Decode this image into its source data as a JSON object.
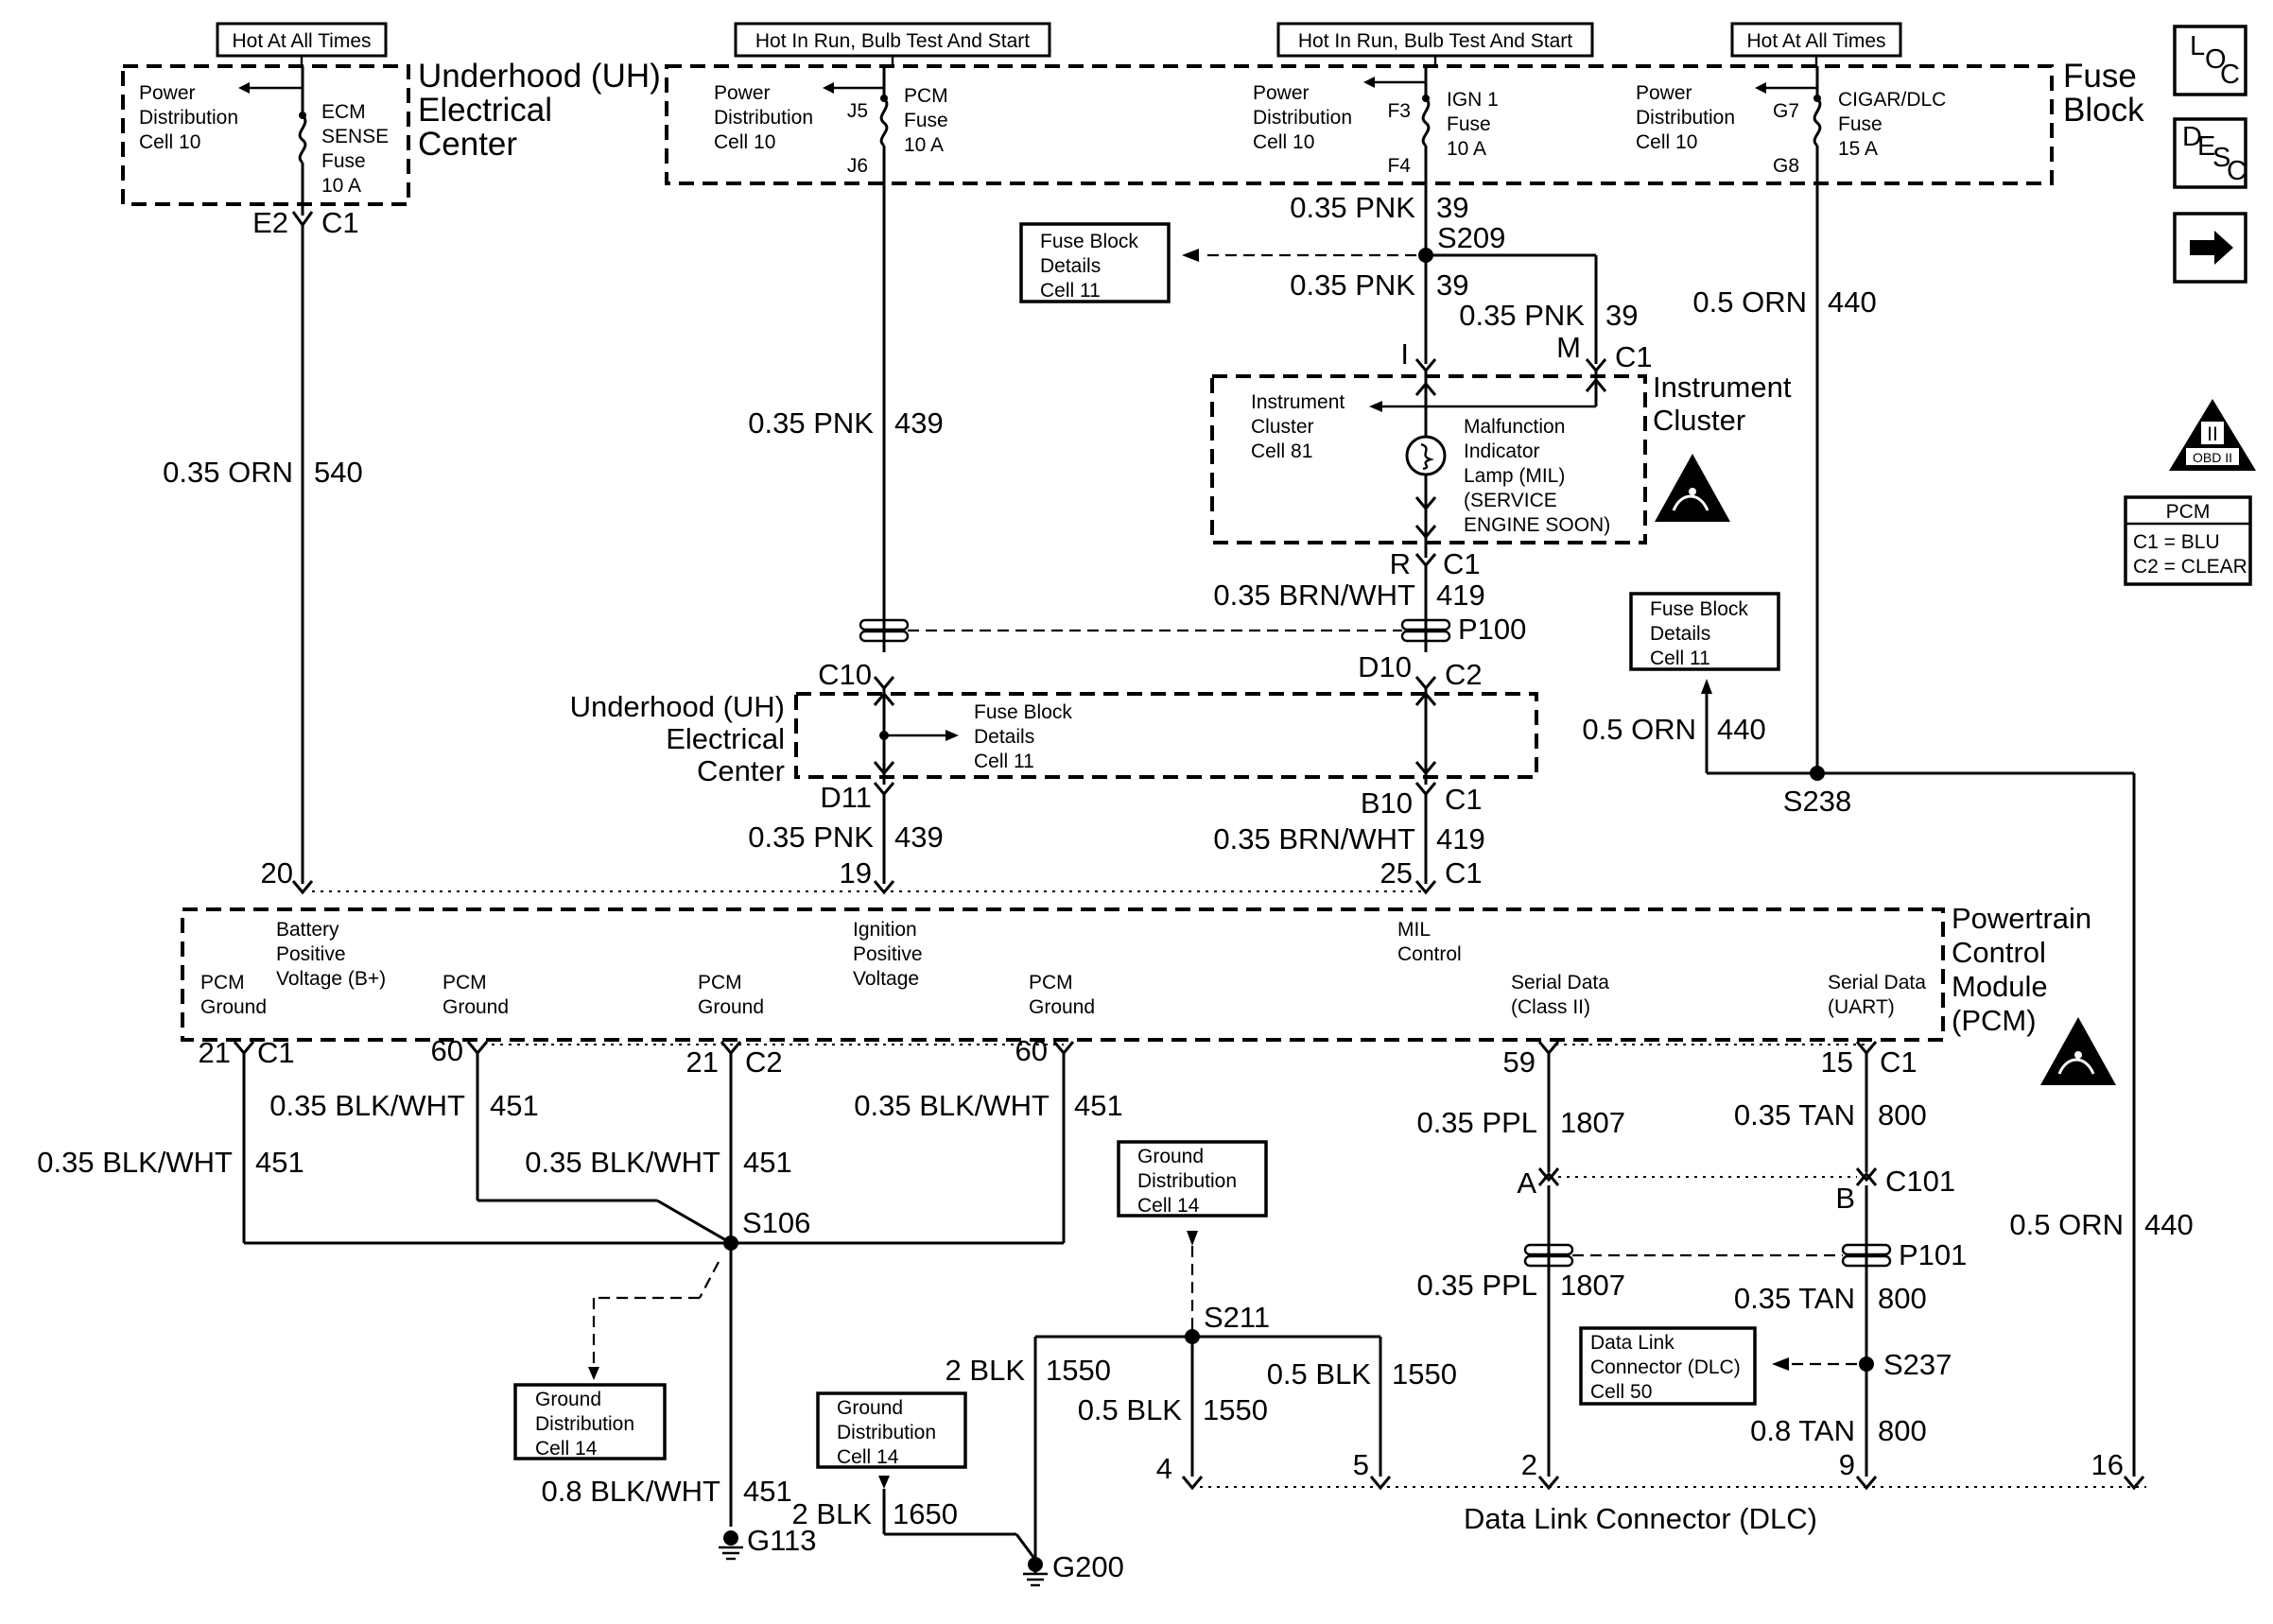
{
  "headers": {
    "hot_all_times_left": "Hot At All Times",
    "hot_run_1": "Hot In Run, Bulb Test And Start",
    "hot_run_2": "Hot In Run, Bulb Test And Start",
    "hot_all_times_right": "Hot At All Times"
  },
  "uh_top": {
    "title_1": "Underhood (UH)",
    "title_2": "Electrical",
    "title_3": "Center",
    "pd_1": "Power",
    "pd_2": "Distribution",
    "pd_3": "Cell 10",
    "fuse_1": "ECM",
    "fuse_2": "SENSE",
    "fuse_3": "Fuse",
    "fuse_4": "10 A",
    "pin": "E2",
    "conn": "C1"
  },
  "fuse_block": {
    "title_1": "Fuse",
    "title_2": "Block",
    "pd_label_1": "Power",
    "pd_label_2": "Distribution",
    "pd_label_3": "Cell 10",
    "pcm_fuse_1": "PCM",
    "pcm_fuse_2": "Fuse",
    "pcm_fuse_3": "10 A",
    "pcm_in": "J5",
    "pcm_out": "J6",
    "ign_fuse_1": "IGN 1",
    "ign_fuse_2": "Fuse",
    "ign_fuse_3": "10 A",
    "ign_in": "F3",
    "ign_out": "F4",
    "cig_fuse_1": "CIGAR/DLC",
    "cig_fuse_2": "Fuse",
    "cig_fuse_3": "15 A",
    "cig_in": "G7",
    "cig_out": "G8"
  },
  "wires": {
    "w540_g": "0.35 ORN",
    "w540_c": "540",
    "w439_g": "0.35 PNK",
    "w439_c": "439",
    "w39a_g": "0.35 PNK",
    "w39a_c": "39",
    "w39b_g": "0.35 PNK",
    "w39b_c": "39",
    "w39c_g": "0.35 PNK",
    "w39c_c": "39",
    "w440a_g": "0.5 ORN",
    "w440a_c": "440",
    "w419a_g": "0.35 BRN/WHT",
    "w419a_c": "419",
    "w439b_g": "0.35 PNK",
    "w439b_c": "439",
    "w419b_g": "0.35 BRN/WHT",
    "w419b_c": "419",
    "w440b_g": "0.5 ORN",
    "w440b_c": "440",
    "w440c_g": "0.5 ORN",
    "w440c_c": "440",
    "w451a_g": "0.35 BLK/WHT",
    "w451a_c": "451",
    "w451b_g": "0.35 BLK/WHT",
    "w451b_c": "451",
    "w451c_g": "0.35 BLK/WHT",
    "w451c_c": "451",
    "w451d_g": "0.35 BLK/WHT",
    "w451d_c": "451",
    "w451e_g": "0.8 BLK/WHT",
    "w451e_c": "451",
    "w1807a_g": "0.35 PPL",
    "w1807a_c": "1807",
    "w1807b_g": "0.35 PPL",
    "w1807b_c": "1807",
    "w800a_g": "0.35 TAN",
    "w800a_c": "800",
    "w800b_g": "0.35 TAN",
    "w800b_c": "800",
    "w800c_g": "0.8 TAN",
    "w800c_c": "800",
    "w1550a_g": "2 BLK",
    "w1550a_c": "1550",
    "w1550b_g": "0.5 BLK",
    "w1550b_c": "1550",
    "w1550c_g": "0.5 BLK",
    "w1550c_c": "1550",
    "w1650_g": "2 BLK",
    "w1650_c": "1650"
  },
  "splices": {
    "s209": "S209",
    "s238": "S238",
    "s106": "S106",
    "s211": "S211",
    "s237": "S237"
  },
  "cluster": {
    "title_1": "Instrument",
    "title_2": "Cluster",
    "ref_1": "Instrument",
    "ref_2": "Cluster",
    "ref_3": "Cell 81",
    "lamp_1": "Malfunction",
    "lamp_2": "Indicator",
    "lamp_3": "Lamp (MIL)",
    "lamp_4": "(SERVICE",
    "lamp_5": "ENGINE SOON)",
    "pin_i": "I",
    "pin_m": "M",
    "pin_r": "R",
    "conn_top": "C1",
    "conn_bottom": "C1"
  },
  "refs": {
    "fb_1_l1": "Fuse Block",
    "fb_1_l2": "Details",
    "fb_1_l3": "Cell 11",
    "fb_2_l1": "Fuse Block",
    "fb_2_l2": "Details",
    "fb_2_l3": "Cell 11",
    "gd_1_l1": "Ground",
    "gd_1_l2": "Distribution",
    "gd_1_l3": "Cell 14",
    "gd_2_l1": "Ground",
    "gd_2_l2": "Distribution",
    "gd_2_l3": "Cell 14",
    "gd_3_l1": "Ground",
    "gd_3_l2": "Distribution",
    "gd_3_l3": "Cell 14",
    "dlc_l1": "Data Link",
    "dlc_l2": "Connector (DLC)",
    "dlc_l3": "Cell 50"
  },
  "inline": {
    "p100": "P100",
    "p101": "P101",
    "c101": "C101",
    "pin_a": "A",
    "pin_b": "B"
  },
  "uh_mid": {
    "title_1": "Underhood (UH)",
    "title_2": "Electrical",
    "title_3": "Center",
    "ref_1": "Fuse Block",
    "ref_2": "Details",
    "ref_3": "Cell 11",
    "c10": "C10",
    "d10": "D10",
    "c2": "C2",
    "d11": "D11",
    "b10": "B10",
    "c1": "C1"
  },
  "pcm": {
    "title_1": "Powertrain",
    "title_2": "Control",
    "title_3": "Module",
    "title_4": "(PCM)",
    "batt_1": "Battery",
    "batt_2": "Positive",
    "batt_3": "Voltage (B+)",
    "ign_1": "Ignition",
    "ign_2": "Positive",
    "ign_3": "Voltage",
    "mil_1": "MIL",
    "mil_2": "Control",
    "gnd_1a": "PCM",
    "gnd_1b": "Ground",
    "gnd_2a": "PCM",
    "gnd_2b": "Ground",
    "gnd_3a": "PCM",
    "gnd_3b": "Ground",
    "gnd_4a": "PCM",
    "gnd_4b": "Ground",
    "sd2_1": "Serial Data",
    "sd2_2": "(Class II)",
    "sdu_1": "Serial Data",
    "sdu_2": "(UART)",
    "pin20": "20",
    "pin19": "19",
    "pin25": "25",
    "pin25_conn": "C1",
    "pin21a": "21",
    "pin21a_conn": "C1",
    "pin60a": "60",
    "pin21b": "21",
    "pin21b_conn": "C2",
    "pin60b": "60",
    "pin59": "59",
    "pin15": "15",
    "pin15_conn": "C1"
  },
  "dlc": {
    "title": "Data Link Connector (DLC)",
    "p4": "4",
    "p5": "5",
    "p2": "2",
    "p9": "9",
    "p16": "16"
  },
  "grounds": {
    "g113": "G113",
    "g200": "G200"
  },
  "side": {
    "loc_1": "L",
    "loc_2": "O",
    "loc_3": "C",
    "desc_1": "D",
    "desc_2": "E",
    "desc_3": "S",
    "desc_4": "C",
    "obd_1": "II",
    "obd_2": "OBD II",
    "pcm_title": "PCM",
    "pcm_c1": "C1 = BLU",
    "pcm_c2": "C2 = CLEAR"
  }
}
